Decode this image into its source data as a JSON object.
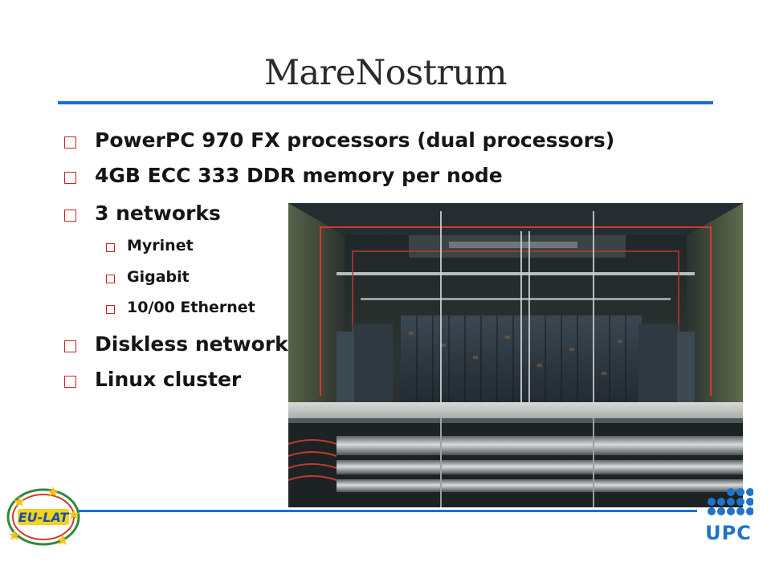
{
  "slide": {
    "title": "MareNostrum",
    "bullets": [
      {
        "text": "PowerPC 970 FX processors (dual processors)"
      },
      {
        "text": "4GB ECC 333 DDR memory per node"
      },
      {
        "text": "3 networks",
        "children": [
          {
            "text": "Myrinet"
          },
          {
            "text": "Gigabit"
          },
          {
            "text": "10/00 Ethernet"
          }
        ]
      },
      {
        "text": "Diskless network support"
      },
      {
        "text": "Linux cluster"
      }
    ]
  },
  "logos": {
    "left": {
      "name": "eu-lat-logo",
      "text": "EU-LAT"
    },
    "right": {
      "name": "upc-logo",
      "text": "UPC"
    }
  },
  "colors": {
    "accent_blue": "#1a6fd8",
    "bullet_red": "#cc2222",
    "upc_blue": "#1f74c8"
  }
}
